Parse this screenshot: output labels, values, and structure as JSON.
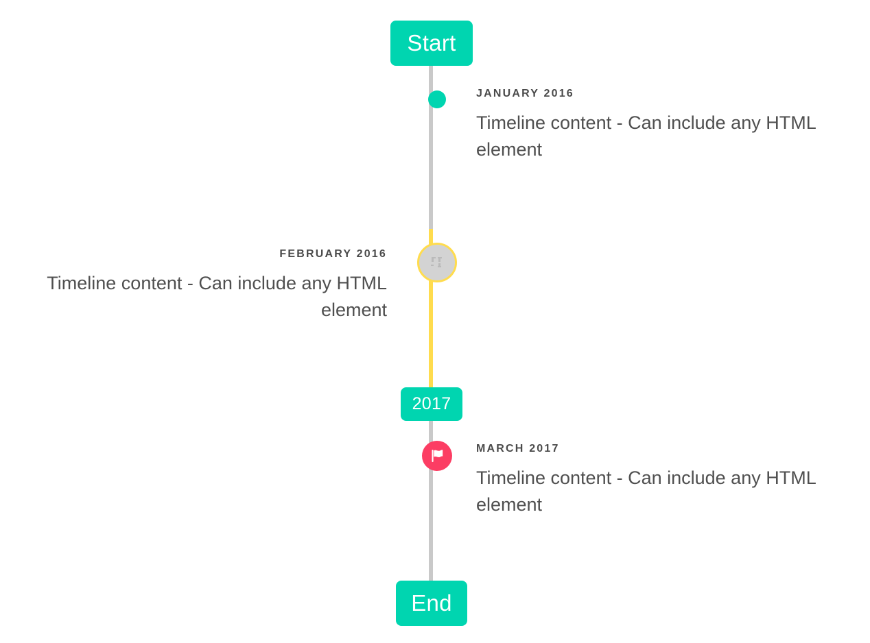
{
  "timeline": {
    "start_cap": {
      "label": "Start"
    },
    "year_cap": {
      "label": "2017"
    },
    "end_cap": {
      "label": "End"
    },
    "colors": {
      "accent_teal": "#00D5B0",
      "accent_yellow": "#FFDC4E",
      "accent_pink": "#FC3D63",
      "line_gray": "#C9C9C9",
      "marker_gray": "#D3D3D3",
      "text_dark": "#4A4A4A",
      "text_body": "#4F4F4F",
      "background": "#FFFFFF"
    },
    "events": [
      {
        "label": "JANUARY 2016",
        "text": "Timeline content - Can include any HTML element",
        "side": "right",
        "marker": "dot-icon"
      },
      {
        "label": "FEBRUARY 2016",
        "text": "Timeline content - Can include any HTML element",
        "side": "left",
        "marker": "broken-image-icon"
      },
      {
        "label": "MARCH 2017",
        "text": "Timeline content - Can include any HTML element",
        "side": "right",
        "marker": "flag-icon"
      }
    ]
  }
}
